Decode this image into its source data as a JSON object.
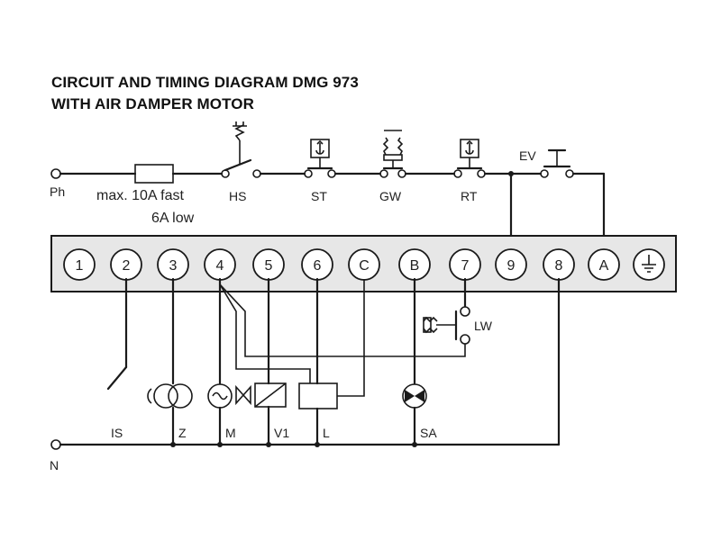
{
  "title": {
    "line1": "CIRCUIT AND TIMING DIAGRAM DMG 973",
    "line2": "WITH AIR DAMPER MOTOR"
  },
  "supply": {
    "phase": "Ph",
    "neutral": "N"
  },
  "fuse": {
    "rating": "max. 10A fast",
    "rating_low": "6A low"
  },
  "series_contacts": [
    "HS",
    "ST",
    "GW",
    "RT",
    "EV"
  ],
  "terminals": [
    "1",
    "2",
    "3",
    "4",
    "5",
    "6",
    "C",
    "B",
    "7",
    "9",
    "8",
    "A",
    "earth"
  ],
  "loads": [
    "LW",
    "IS",
    "Z",
    "M",
    "V1",
    "L",
    "SA"
  ],
  "colors": {
    "line": "#1a1a1a",
    "strip": "#e7e7e7"
  }
}
